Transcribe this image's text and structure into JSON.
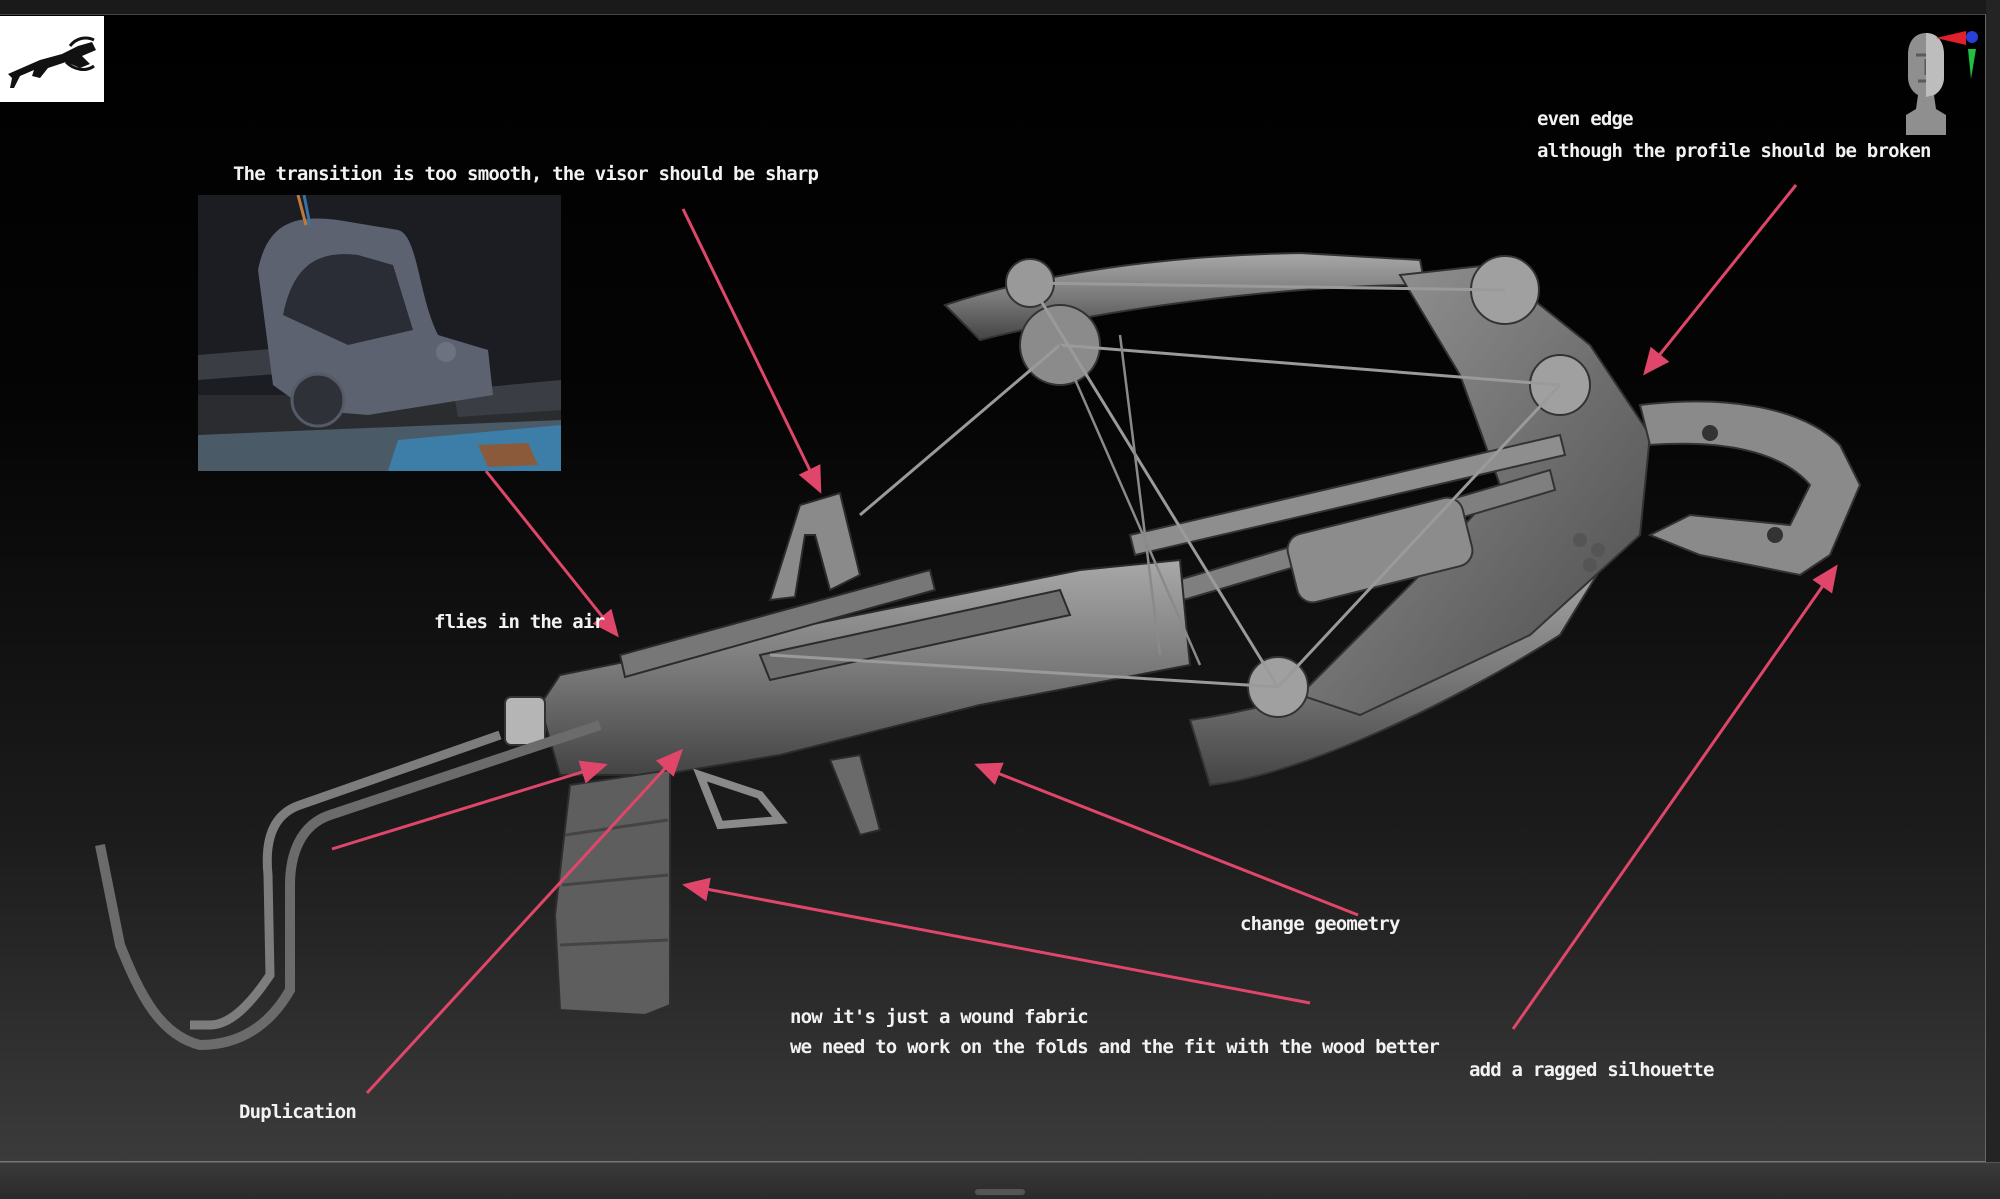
{
  "annotations": {
    "visor": "The transition is too smooth, the visor should be sharp",
    "edge_line1": "even edge",
    "edge_line2": "although the profile should be broken",
    "flies": "flies in the air",
    "geometry": "change geometry",
    "fabric_line1": "now it's just a wound fabric",
    "fabric_line2": "we need to work on the folds and the fit with the wood better",
    "silhouette": "add a ragged silhouette",
    "duplication": "Duplication"
  },
  "colors": {
    "arrow": "#e0466a",
    "text": "#f2f2f2",
    "model": "#7d7d7d"
  },
  "icons": {
    "thumbnail": "crossbow-silhouette",
    "navigator": "head-bust-icon",
    "axis": "xyz-axis-gizmo"
  }
}
